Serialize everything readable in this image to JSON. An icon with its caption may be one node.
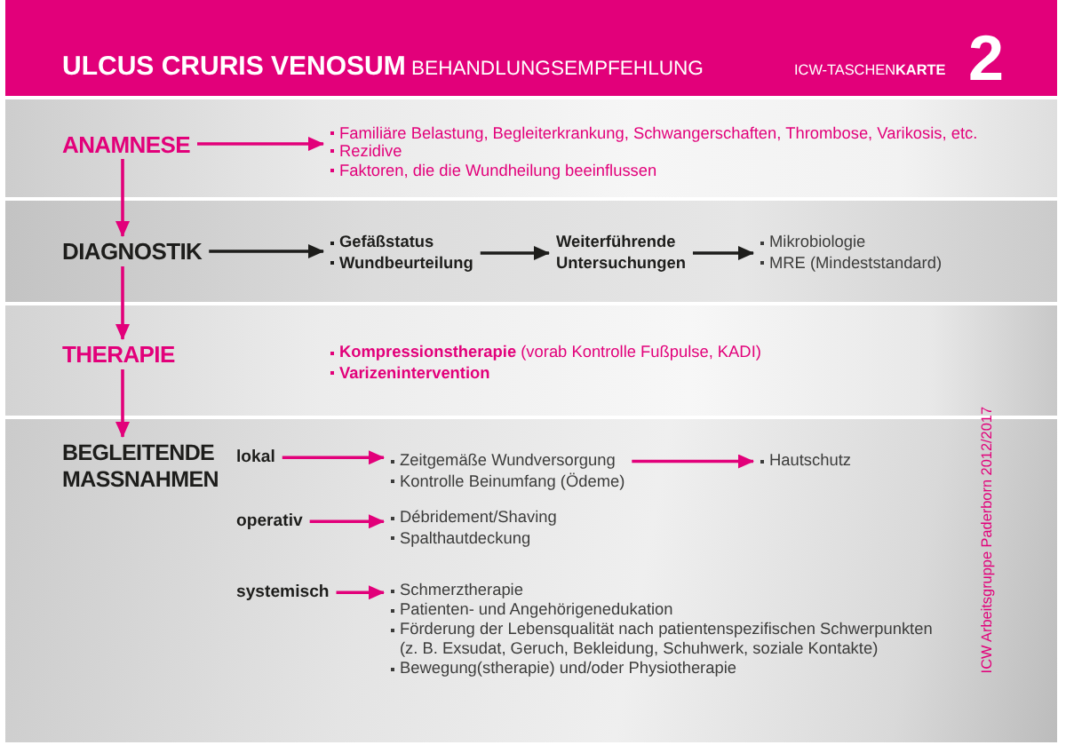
{
  "diagram": {
    "title": "**ULCUS CRURIS VENOSUM** BEHANDLUNGSEMPFEHLUNG",
    "nodes": [
      {
        "text": [],
        "shape": "band"
      },
      {
        "text": [
          "ANAMNESE"
        ],
        "in": 0
      },
      {
        "text": [
          "Familiäre Belastung, Begleiterkrankung, Schwangerschaften, Thrombose, Varikosis, etc.",
          "Rezidive",
          "Faktoren, die die Wundheilung beeinflussen"
        ],
        "in": 0
      },
      {
        "text": [],
        "shape": "band"
      },
      {
        "text": [
          "DIAGNOSTIK"
        ],
        "in": 3
      },
      {
        "text": [
          "Gefäßstatus",
          "Wundbeurteilung"
        ],
        "in": 3
      },
      {
        "text": [
          "Weiterführende Untersuchungen"
        ],
        "in": 3
      },
      {
        "text": [
          "Mikrobiologie",
          "MRE (Mindeststandard)"
        ],
        "in": 3
      },
      {
        "text": [],
        "shape": "band"
      },
      {
        "text": [
          "THERAPIE"
        ],
        "in": 8
      },
      {
        "text": [
          "**Kompressionstherapie** (vorab Kontrolle Fußpulse, KADI)",
          "Varizenintervention"
        ],
        "in": 8
      },
      {
        "text": [],
        "shape": "band"
      },
      {
        "text": [
          "BEGLEITENDE MASSNAHMEN"
        ],
        "in": 11
      },
      {
        "text": [
          "lokal"
        ],
        "in": 11
      },
      {
        "text": [
          "Zeitgemäße Wundversorgung",
          "Kontrolle Beinumfang (Ödeme)"
        ],
        "in": 11
      },
      {
        "text": [
          "Hautschutz"
        ],
        "in": 11
      },
      {
        "text": [
          "operativ"
        ],
        "in": 11
      },
      {
        "text": [
          "Débridement/Shaving",
          "Spalthautdeckung"
        ],
        "in": 11
      },
      {
        "text": [
          "systemisch"
        ],
        "in": 11
      },
      {
        "text": [
          "Schmerztherapie",
          "Patienten- und Angehörigenedukation",
          "Förderung der Lebensqualität nach patientenspezifischen Schwerpunkten (z. B. Exsudat, Geruch, Bekleidung, Schuhwerk, soziale Kontakte)",
          "Bewegung(stherapie) und/oder Physiotherapie"
        ],
        "in": 11
      }
    ],
    "edges": [
      {
        "from": 1,
        "to": 2,
        "arrow": "to"
      },
      {
        "from": 1,
        "to": 4,
        "arrow": "to"
      },
      {
        "from": 4,
        "to": 5,
        "arrow": "to",
        "color": "#1d1d1b"
      },
      {
        "from": 5,
        "to": 6,
        "arrow": "to",
        "color": "#1d1d1b"
      },
      {
        "from": 6,
        "to": 7,
        "arrow": "to",
        "color": "#1d1d1b"
      },
      {
        "from": 4,
        "to": 9,
        "arrow": "to"
      },
      {
        "from": 9,
        "to": 12,
        "arrow": "to"
      },
      {
        "from": 13,
        "to": 14,
        "arrow": "to"
      },
      {
        "from": 14,
        "to": 15,
        "arrow": "to"
      },
      {
        "from": 16,
        "to": 17,
        "arrow": "to"
      },
      {
        "from": 18,
        "to": 19,
        "arrow": "to"
      }
    ],
    "labels": [
      "ICW-TASCHEN**KARTE**",
      "2",
      "ICW Arbeitsgruppe Paderborn 2012/2017"
    ]
  }
}
